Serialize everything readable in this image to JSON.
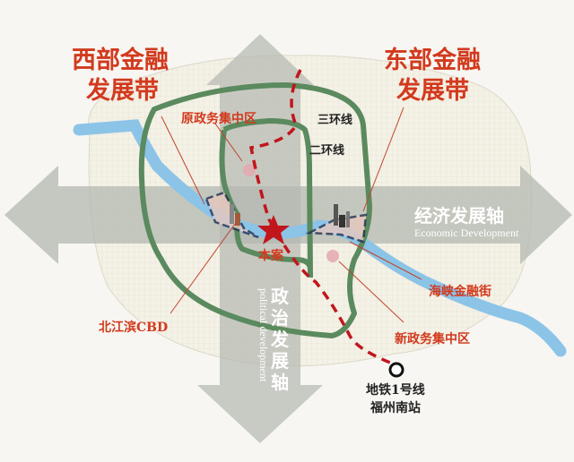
{
  "colors": {
    "background": "#f7f6f2",
    "red": "#d23a1e",
    "ring": "#5a8a5e",
    "river": "#8cc4e8",
    "arrow": "#b4b8b0",
    "route": "#c0161c"
  },
  "labels": {
    "west_belt_line1": "西部金融",
    "west_belt_line2": "发展带",
    "east_belt_line1": "东部金融",
    "east_belt_line2": "发展带",
    "old_gov": "原政务集中区",
    "third_ring": "三环线",
    "second_ring": "二环线",
    "econ_axis_zh": "经济发展轴",
    "econ_axis_en": "Economic Development",
    "political_axis_zh": [
      "政",
      "治",
      "发",
      "展",
      "轴"
    ],
    "political_axis_en": "political development",
    "project": "本案",
    "strait_finance": "海峡金融街",
    "north_cbd": "北江滨CBD",
    "new_gov": "新政务集中区",
    "metro_line1": "地铁1号线",
    "metro_line2": "福州南站"
  },
  "icons": [
    "star-icon",
    "metro-station-icon",
    "skyline-icon"
  ]
}
